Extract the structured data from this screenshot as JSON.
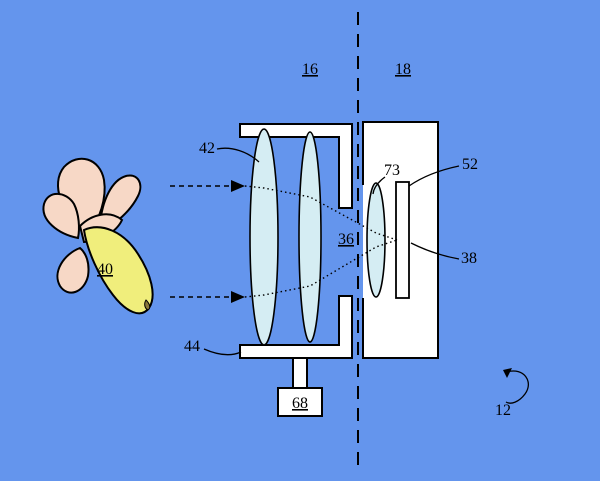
{
  "figure": {
    "colors": {
      "background": "#6495ED",
      "line": "#000000",
      "housing_fill": "#FFFFFF",
      "lens_fill": "#D5EDF3",
      "banana_peel": "#F7D8C6",
      "banana_fruit": "#F0EE7C"
    },
    "labels": {
      "zone_16": "16",
      "zone_18": "18",
      "lens_42": "42",
      "lens_73": "73",
      "window_52": "52",
      "aperture_36": "36",
      "detector_38": "38",
      "object_40": "40",
      "housing_44": "44",
      "unit_68": "68",
      "system_12": "12"
    }
  }
}
